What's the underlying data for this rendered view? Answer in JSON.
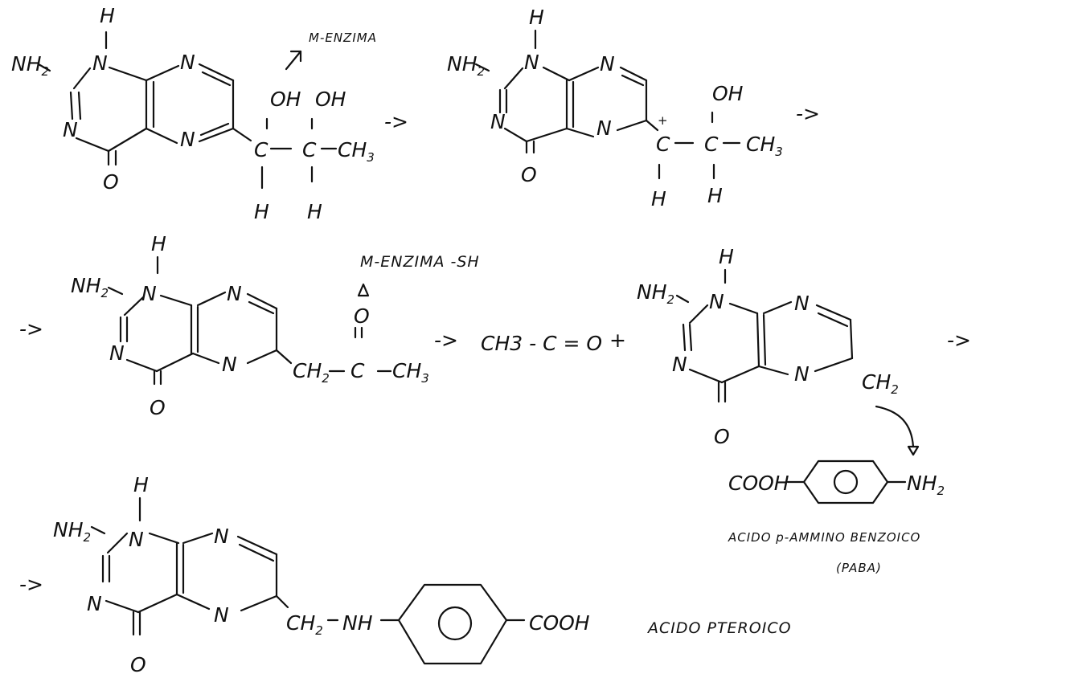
{
  "atoms": {
    "H": "H",
    "N": "N",
    "NH": "NH",
    "NH2_base": "NH",
    "sub2": "2",
    "sub3": "3",
    "O": "O",
    "OH": "OH",
    "CH3_base": "CH",
    "CH2_base": "CH",
    "C": "C",
    "COOH": "COOH",
    "plus": "+"
  },
  "arrow": "->",
  "plus_sign": "+",
  "enzyme_1": "M-ENZIMA",
  "enzyme_2": "M-ENZIMA -SH",
  "acetyl_cation": "CH3 - C = O",
  "paba_label_1": "ACIDO p-AMMINO BENZOICO",
  "paba_label_2": "(PABA)",
  "pteroic_label": "ACIDO  PTEROICO"
}
